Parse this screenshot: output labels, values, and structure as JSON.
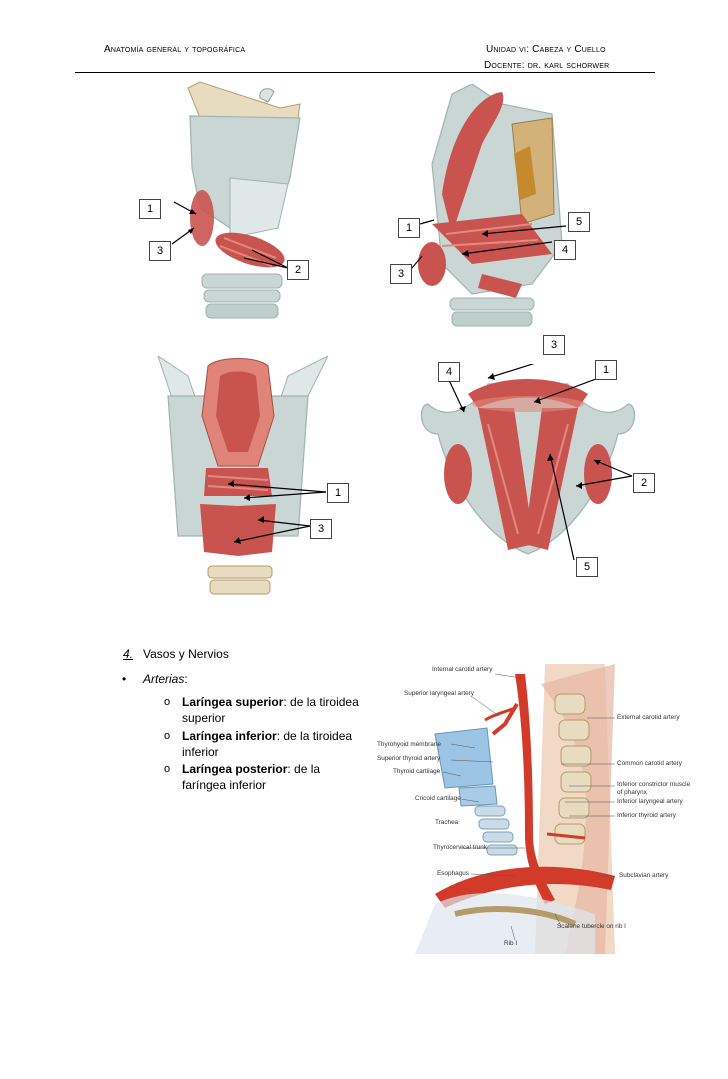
{
  "header": {
    "left": "Anatomía general y topográfica",
    "right_line1": "Unidad vi: Cabeza y Cuello",
    "right_line2": "Docente: dr. karl schorwer"
  },
  "figures": {
    "fig1": {
      "labels": [
        "1",
        "3",
        "2"
      ]
    },
    "fig2": {
      "labels": [
        "1",
        "5",
        "4",
        "3"
      ]
    },
    "fig3": {
      "labels": [
        "1",
        "3"
      ]
    },
    "fig4": {
      "labels": [
        "3",
        "4",
        "1",
        "2",
        "5"
      ]
    }
  },
  "section": {
    "number": "4.",
    "title": "Vasos y Nervios",
    "bullet": "•",
    "bullet_label": "Arterias",
    "bullet_colon": ":",
    "sub_marker": "o",
    "items": [
      {
        "name": "Laríngea superior",
        "rest": ": de la tiroidea superior"
      },
      {
        "name": "Laríngea inferior",
        "rest": ": de la tiroidea inferior"
      },
      {
        "name": "Laríngea posterior",
        "rest": ": de la faríngea inferior"
      }
    ]
  },
  "neck_figure": {
    "annotations": {
      "internal_carotid": "Internal carotid artery",
      "superior_laryngeal": "Superior laryngeal artery",
      "external_carotid": "External carotid artery",
      "thyrohyoid": "Thyrohyoid membrane",
      "superior_thyroid": "Superior thyroid artery",
      "thyroid_cartilage": "Thyroid cartilage",
      "common_carotid": "Common carotid artery",
      "inferior_constrictor_1": "Inferior constrictor muscle",
      "inferior_constrictor_2": "of pharynx",
      "cricoid": "Cricoid cartilage",
      "inferior_laryngeal": "Inferior laryngeal artery",
      "inferior_thyroid": "Inferior thyroid artery",
      "trachea": "Trachea",
      "thyrocervical": "Thyrocervical trunk",
      "esophagus": "Esophagus",
      "subclavian": "Subclavian artery",
      "scalene": "Scalene tubercle on rib I",
      "rib": "Rib I"
    }
  },
  "colors": {
    "muscle": "#c9544f",
    "muscle_light": "#e08a80",
    "cartilage": "#c9d6d3",
    "cartilage_dark": "#9fb3b0",
    "bone": "#e8dcc0",
    "artery": "#d23a2a"
  }
}
